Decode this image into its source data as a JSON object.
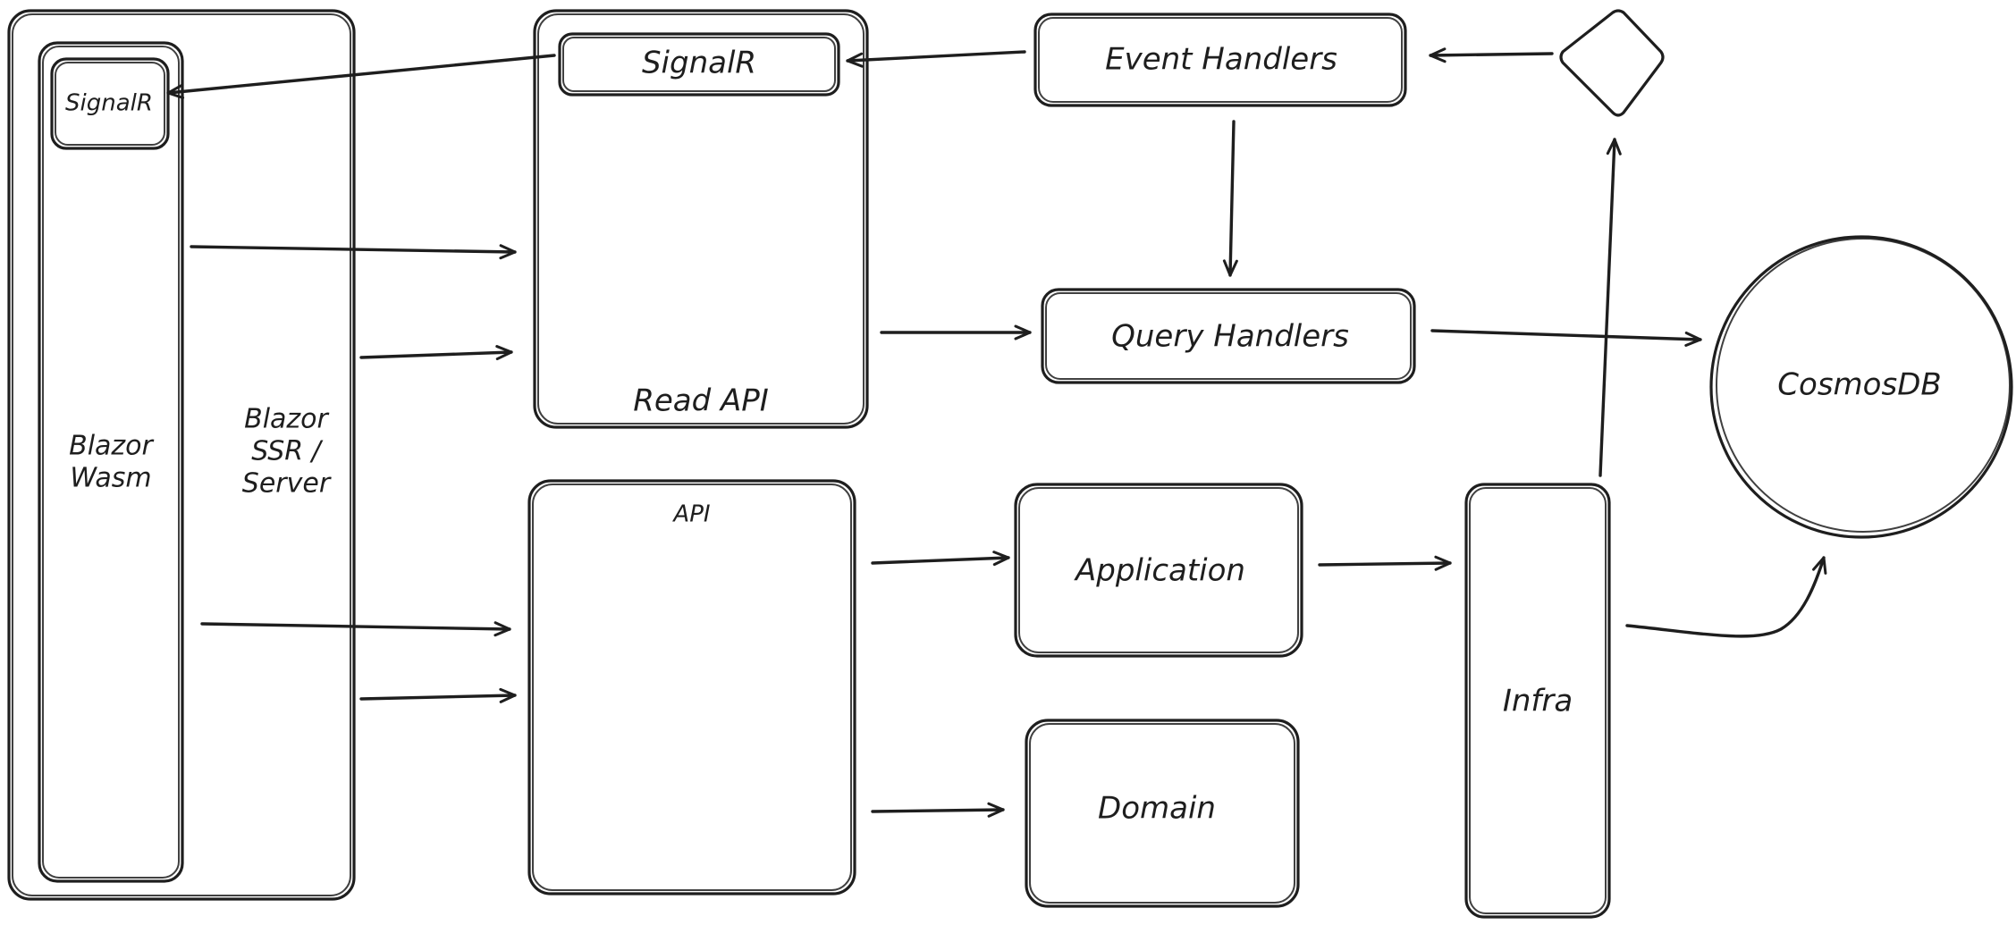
{
  "diagram": {
    "nodes": {
      "blazor_ssr": {
        "lines": [
          "Blazor",
          "SSR /",
          "Server"
        ]
      },
      "blazor_wasm": {
        "lines": [
          "Blazor",
          "Wasm"
        ]
      },
      "wasm_signalr": {
        "label": "SignalR"
      },
      "read_api": {
        "label": "Read API"
      },
      "read_signalr": {
        "label": "SignalR"
      },
      "event_handlers": {
        "label": "Event Handlers"
      },
      "query_handlers": {
        "label": "Query Handlers"
      },
      "cosmosdb": {
        "label": "CosmosDB"
      },
      "api": {
        "label": "API"
      },
      "application": {
        "label": "Application"
      },
      "domain": {
        "label": "Domain"
      },
      "infra": {
        "label": "Infra"
      }
    },
    "edges": [
      {
        "from": "read_signalr",
        "to": "wasm_signalr"
      },
      {
        "from": "event_handlers",
        "to": "read_signalr"
      },
      {
        "from": "event_decision",
        "to": "event_handlers"
      },
      {
        "from": "event_handlers",
        "to": "query_handlers"
      },
      {
        "from": "blazor_wasm",
        "to": "read_api"
      },
      {
        "from": "blazor_ssr",
        "to": "read_api"
      },
      {
        "from": "read_api",
        "to": "query_handlers"
      },
      {
        "from": "query_handlers",
        "to": "cosmosdb"
      },
      {
        "from": "blazor_wasm",
        "to": "api"
      },
      {
        "from": "blazor_ssr",
        "to": "api"
      },
      {
        "from": "api",
        "to": "application"
      },
      {
        "from": "api",
        "to": "domain"
      },
      {
        "from": "application",
        "to": "infra"
      },
      {
        "from": "infra",
        "to": "event_decision"
      },
      {
        "from": "infra",
        "to": "cosmosdb"
      }
    ]
  }
}
